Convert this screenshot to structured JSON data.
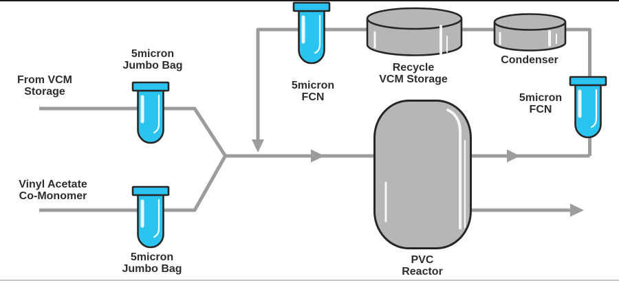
{
  "diagram_type": "process-flow-diagram",
  "labels": {
    "vcm_feed": "From VCM\nStorage",
    "vinyl_acetate_feed": "Vinyl Acetate\nCo-Monomer",
    "jumbo_bag_top": "5micron\nJumbo Bag",
    "jumbo_bag_bottom": "5micron\nJumbo Bag",
    "fcn_recycle": "5micron\nFCN",
    "fcn_vent": "5micron\nFCN",
    "recycle_vcm_storage": "Recycle\nVCM Storage",
    "condenser": "Condenser",
    "pvc_reactor": "PVC\nReactor"
  },
  "colors": {
    "filter_cyan": "#2bc4f0",
    "vessel_gray": "#b6b6b6",
    "pipe_gray": "#9b9c9e",
    "outline_dark": "#262626",
    "text": "#2d2d2d",
    "edge_top": "#1a1a1a",
    "edge_bottom": "#c6c6cf"
  }
}
